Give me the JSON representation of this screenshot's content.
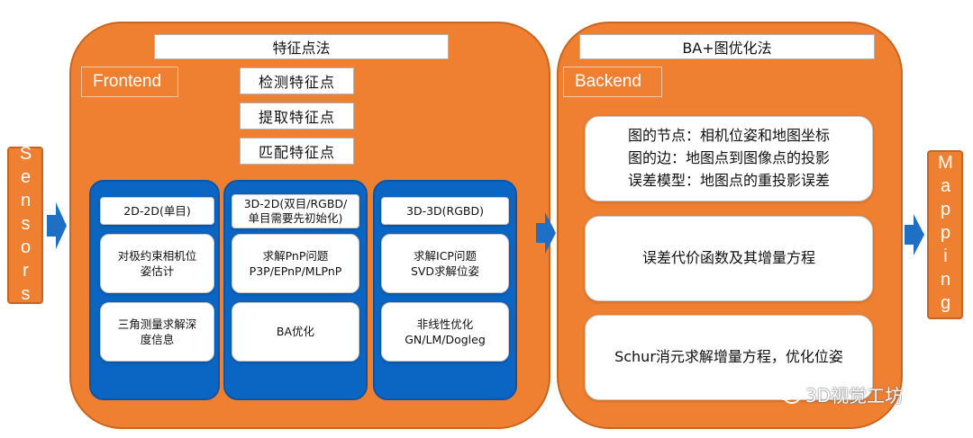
{
  "left_side": {
    "label": "Sensors"
  },
  "right_side": {
    "label": "Mapping"
  },
  "frontend": {
    "title": "特征点法",
    "tag": "Frontend",
    "steps": [
      "检测特征点",
      "提取特征点",
      "匹配特征点"
    ],
    "columns": [
      {
        "header": "2D-2D(单目)",
        "cells": [
          "对极约束相机位\n姿估计",
          "三角测量求解深\n度信息"
        ]
      },
      {
        "header": "3D-2D(双目/RGBD/\n单目需要先初始化)",
        "cells": [
          "求解PnP问题\nP3P/EPnP/MLPnP",
          "BA优化"
        ]
      },
      {
        "header": "3D-3D(RGBD)",
        "cells": [
          "求解ICP问题\nSVD求解位姿",
          "非线性优化\nGN/LM/Dogleg"
        ]
      }
    ]
  },
  "backend": {
    "title": "BA+图优化法",
    "tag": "Backend",
    "cells": [
      "图的节点：相机位姿和地图坐标\n图的边：地图点到图像点的投影\n误差模型：地图点的重投影误差",
      "误差代价函数及其增量方程",
      "Schur消元求解增量方程，优化位姿"
    ]
  },
  "watermark": {
    "text": "3D视觉工坊"
  },
  "colors": {
    "orange": "#ef7f31",
    "blue": "#0b65c3",
    "arrow": "#1f6fc5"
  }
}
